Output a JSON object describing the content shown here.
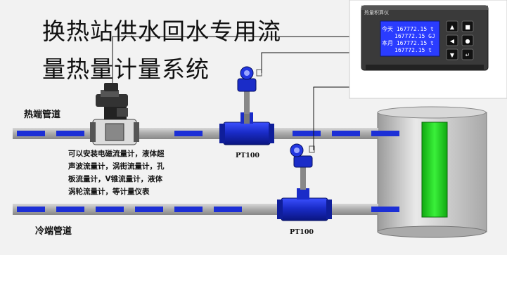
{
  "title": {
    "line1": "换热站供水回水专用流",
    "line2": "量热量计量系统"
  },
  "pipes": {
    "hot_label": "热端管道",
    "cold_label": "冷端管道"
  },
  "note": {
    "lines": [
      "可以安装电磁流量计，液体超",
      "声波流量计，涡街流量计，孔",
      "板流量计，V锥流量计，液体",
      "涡轮流量计，等计量仪表"
    ]
  },
  "sensors": {
    "upper_label": "PT100",
    "lower_label": "PT100"
  },
  "display": {
    "brand": "热量积算仪",
    "rows": [
      {
        "tag": "今天",
        "value": "167772.15 t"
      },
      {
        "tag": "",
        "value": "167772.15 GJ"
      },
      {
        "tag": "本月",
        "value": "167772.15 t"
      },
      {
        "tag": "",
        "value": "167772.15 t"
      }
    ],
    "button_icons": [
      "up-arrow-icon",
      "menu-icon",
      "left-arrow-icon",
      "enter-icon",
      "down-arrow-icon",
      "return-icon"
    ]
  },
  "colors": {
    "pipe_blue": "#1c2fd6",
    "tank_gray": "#c8c8c8",
    "level_green": "#22d622",
    "lcd_blue": "#2a3cff"
  }
}
